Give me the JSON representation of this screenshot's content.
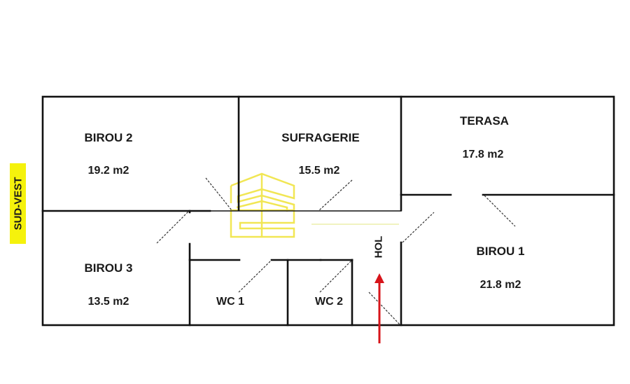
{
  "orientation_label": "SUD-VEST",
  "rooms": [
    {
      "name": "BIROU 2",
      "area": "19.2 m2"
    },
    {
      "name": "SUFRAGERIE",
      "area": "15.5 m2"
    },
    {
      "name": "TERASA",
      "area": "17.8 m2"
    },
    {
      "name": "BIROU 3",
      "area": "13.5 m2"
    },
    {
      "name": "WC 1",
      "area": ""
    },
    {
      "name": "WC 2",
      "area": ""
    },
    {
      "name": "HOL",
      "area": ""
    },
    {
      "name": "BIROU 1",
      "area": "21.8 m2"
    }
  ],
  "colors": {
    "wall": "#111111",
    "door_swing": "#333333",
    "watermark": "#f0e442",
    "orientation_bg": "#f5f20c",
    "entrance_arrow": "#d7141a"
  },
  "icons": {
    "entrance": "entrance-arrow-icon",
    "watermark": "building-logo-watermark"
  }
}
